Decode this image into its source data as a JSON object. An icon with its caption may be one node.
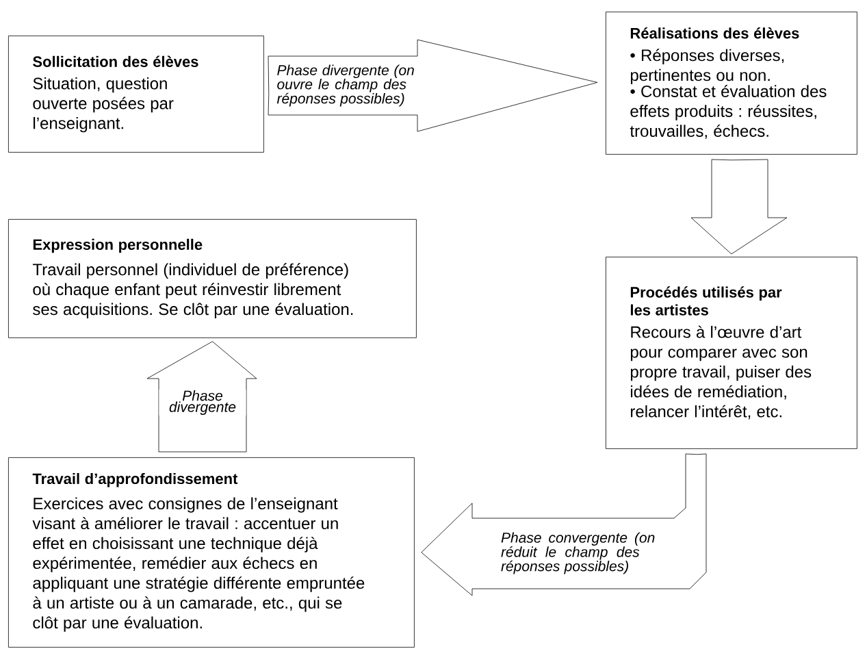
{
  "diagram": {
    "nodes": [
      {
        "text": [
          "Sollicitation des élèves",
          "Situation, question ouverte posées par l’enseignant."
        ]
      },
      {
        "text": [
          "Réalisations des élèves",
          "• Réponses diverses, pertinentes ou non.",
          "• Constat et évaluation des effets produits : réussites, trouvailles, échecs."
        ]
      },
      {
        "text": [
          "Expression personnelle",
          "Travail personnel (individuel de préférence) où chaque enfant peut réinvestir librement ses acquisitions. Se clôt par une évaluation."
        ]
      },
      {
        "text": [
          "Procédés utilisés par les artistes",
          "Recours à l’œuvre d’art pour comparer avec son propre travail, puiser des idées de remédiation, relancer l’intérêt, etc."
        ]
      },
      {
        "text": [
          "Travail d’approfondissement",
          "Exercices avec consignes de l’enseignant visant à améliorer le travail : accentuer un effet en choisissant une technique déjà expérimentée, remédier aux échecs en appliquant une stratégie différente empruntée à un artiste ou à un camarade, etc., qui se clôt par une évaluation."
        ]
      }
    ],
    "edges": [
      {
        "from": 0,
        "to": 1,
        "arrow": "to",
        "label": "Phase divergente (on ouvre le champ des réponses possibles)"
      },
      {
        "from": 1,
        "to": 3,
        "arrow": "to"
      },
      {
        "from": 3,
        "to": 4,
        "arrow": "to",
        "label": "Phase convergente (on réduit le champ des réponses possibles)"
      },
      {
        "from": 4,
        "to": 2,
        "arrow": "to",
        "label": "Phase divergente"
      }
    ]
  }
}
